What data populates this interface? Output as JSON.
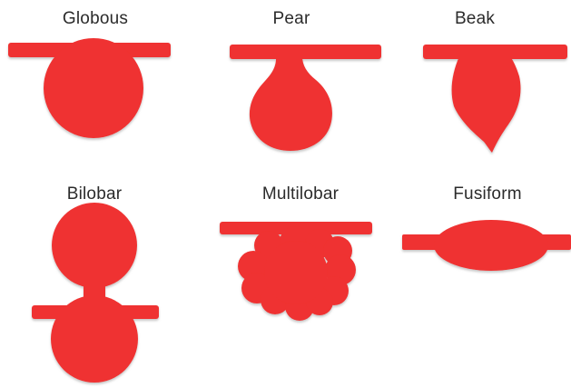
{
  "colors": {
    "shape": "#ef3330",
    "shadow": "#b9b9b9",
    "text": "#2b2b2b",
    "background": "#ffffff"
  },
  "shapes": [
    {
      "id": "globous",
      "label": "Globous"
    },
    {
      "id": "pear",
      "label": "Pear"
    },
    {
      "id": "beak",
      "label": "Beak"
    },
    {
      "id": "bilobar",
      "label": "Bilobar"
    },
    {
      "id": "multilobar",
      "label": "Multilobar"
    },
    {
      "id": "fusiform",
      "label": "Fusiform"
    }
  ]
}
